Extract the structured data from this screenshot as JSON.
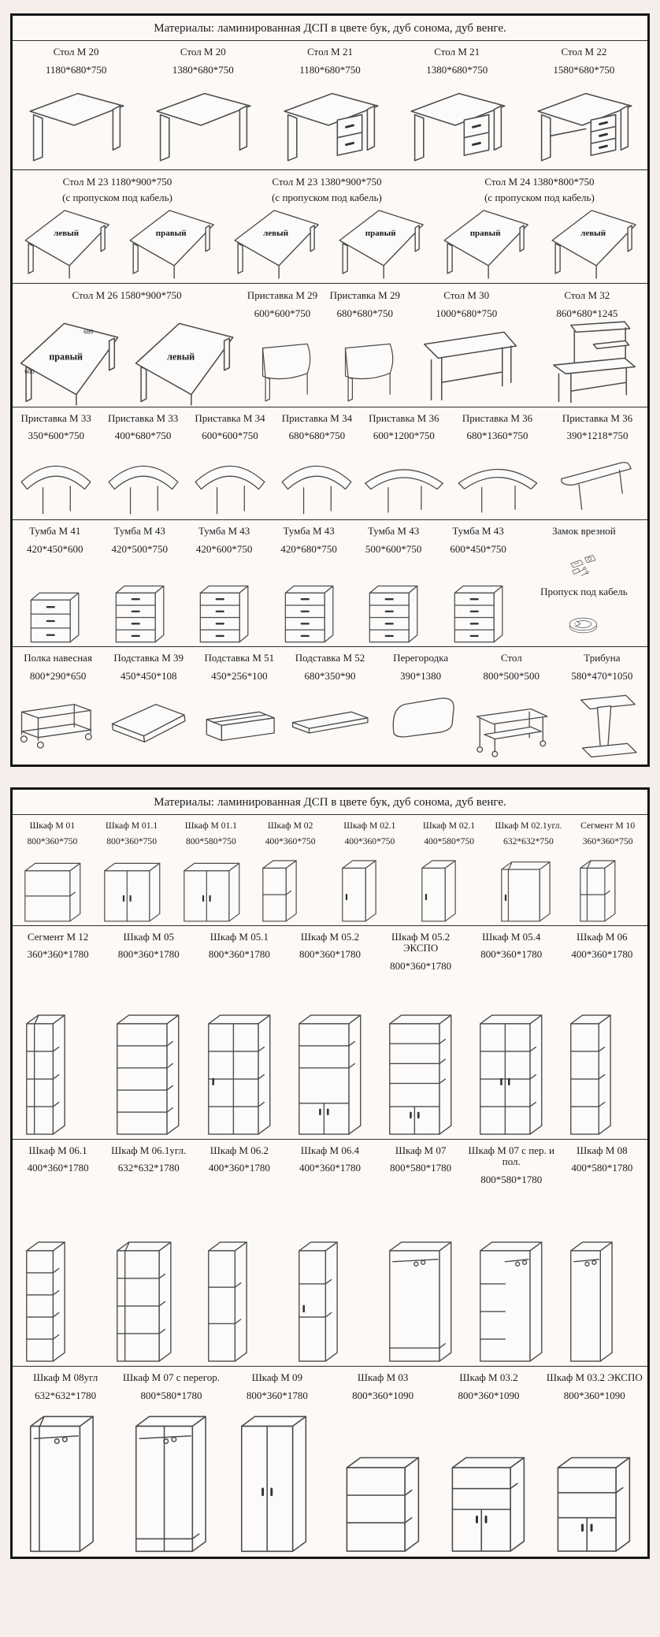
{
  "page": {
    "background": "#f5eeeb",
    "accent": "#151515"
  },
  "panels": [
    {
      "header": "Материалы: ламинированная ДСП в цвете бук, дуб сонома, дуб венге.",
      "rows": [
        {
          "items": [
            {
              "name": "Стол М 20",
              "dims": "1180*680*750",
              "icon": "desk"
            },
            {
              "name": "Стол М 20",
              "dims": "1380*680*750",
              "icon": "desk"
            },
            {
              "name": "Стол М 21",
              "dims": "1180*680*750",
              "icon": "desk-ped"
            },
            {
              "name": "Стол М 21",
              "dims": "1380*680*750",
              "icon": "desk-ped"
            },
            {
              "name": "Стол М 22",
              "dims": "1580*680*750",
              "icon": "desk-ped-shelf"
            }
          ]
        },
        {
          "labels": [
            {
              "text": "Стол М 23 1180*900*750",
              "note": "(с пропуском под кабель)",
              "w": 33
            },
            {
              "text": "Стол М 23  1380*900*750",
              "note": "(с пропуском под кабель)",
              "w": 33
            },
            {
              "text": "Стол М 24  1380*800*750",
              "note": "(с пропуском под кабель)",
              "w": 34
            }
          ],
          "drawings": [
            {
              "icon": "corner-top",
              "caption": "левый",
              "w": 17
            },
            {
              "icon": "corner-top",
              "caption": "правый",
              "w": 16
            },
            {
              "icon": "corner-top",
              "caption": "левый",
              "w": 17
            },
            {
              "icon": "corner-top",
              "caption": "правый",
              "w": 16
            },
            {
              "icon": "corner-top",
              "caption": "правый",
              "w": 17
            },
            {
              "icon": "corner-top",
              "caption": "левый",
              "w": 17
            }
          ]
        },
        {
          "labels": [
            {
              "text": "Стол М 26 1580*900*750",
              "w": 36
            },
            {
              "text": "Приставка М 29",
              "dims": "600*600*750",
              "w": 13
            },
            {
              "text": "Приставка М 29",
              "dims": "680*680*750",
              "w": 13
            },
            {
              "text": "Стол М 30",
              "dims": "1000*680*750",
              "w": 19
            },
            {
              "text": "Стол М 32",
              "dims": "860*680*1245",
              "w": 19
            }
          ],
          "drawings": [
            {
              "icon": "corner-desk",
              "caption": "правый",
              "marks": [
                "680",
                "600"
              ],
              "w": 18
            },
            {
              "icon": "corner-desk",
              "caption": "левый",
              "w": 18
            },
            {
              "icon": "corner-wedge",
              "w": 13
            },
            {
              "icon": "corner-wedge",
              "w": 13
            },
            {
              "icon": "table",
              "w": 20
            },
            {
              "icon": "pc-desk",
              "w": 18
            }
          ]
        },
        {
          "items": [
            {
              "name": "Приставка М 33",
              "dims": "350*600*750",
              "icon": "semi"
            },
            {
              "name": "Приставка М 33",
              "dims": "400*680*750",
              "icon": "semi"
            },
            {
              "name": "Приставка М 34",
              "dims": "600*600*750",
              "icon": "semi"
            },
            {
              "name": "Приставка М 34",
              "dims": "680*680*750",
              "icon": "semi"
            },
            {
              "name": "Приставка М 36",
              "dims": "600*1200*750",
              "icon": "semi-long"
            },
            {
              "name": "Приставка М 36",
              "dims": "680*1360*750",
              "icon": "semi-long",
              "w": 1.15
            },
            {
              "name": "Приставка М 36",
              "dims": "390*1218*750",
              "icon": "bench",
              "w": 1.15
            }
          ]
        },
        {
          "items": [
            {
              "name": "Тумба М 41",
              "dims": "420*450*600",
              "icon": "tumba3"
            },
            {
              "name": "Тумба М 43",
              "dims": "420*500*750",
              "icon": "tumba4"
            },
            {
              "name": "Тумба М 43",
              "dims": "420*600*750",
              "icon": "tumba4"
            },
            {
              "name": "Тумба М 43",
              "dims": "420*680*750",
              "icon": "tumba4"
            },
            {
              "name": "Тумба М 43",
              "dims": "500*600*750",
              "icon": "tumba4"
            },
            {
              "name": "Тумба М 43",
              "dims": "600*450*750",
              "icon": "tumba4"
            },
            {
              "stack": [
                {
                  "name": "Замок врезной",
                  "icon": "lock"
                },
                {
                  "name": "Пропуск под кабель",
                  "icon": "grommet"
                }
              ],
              "w": 1.5
            }
          ]
        },
        {
          "items": [
            {
              "name": "Полка навесная",
              "dims": "800*290*650",
              "icon": "shelf-unit"
            },
            {
              "name": "Подставка М 39",
              "dims": "450*450*108",
              "icon": "wedge"
            },
            {
              "name": "Подставка М 51",
              "dims": "450*256*100",
              "icon": "tray"
            },
            {
              "name": "Подставка М 52",
              "dims": "680*350*90",
              "icon": "flat"
            },
            {
              "name": "Перегородка",
              "dims": "390*1380",
              "icon": "screen"
            },
            {
              "name": "Стол",
              "dims": "800*500*500",
              "icon": "ctable"
            },
            {
              "name": "Трибуна",
              "dims": "580*470*1050",
              "icon": "tribune"
            }
          ]
        }
      ]
    },
    {
      "header": "Материалы: ламинированная ДСП в цвете бук, дуб сонома, дуб венге.",
      "rows": [
        {
          "items": [
            {
              "name": "Шкаф М 01",
              "dims": "800*360*750",
              "icon": "cab-low"
            },
            {
              "name": "Шкаф М 01.1",
              "dims": "800*360*750",
              "icon": "cab-low-doors"
            },
            {
              "name": "Шкаф М 01.1",
              "dims": "800*580*750",
              "icon": "cab-low-doors"
            },
            {
              "name": "Шкаф М 02",
              "dims": "400*360*750",
              "icon": "pillar-open"
            },
            {
              "name": "Шкаф М 02.1",
              "dims": "400*360*750",
              "icon": "pillar-door"
            },
            {
              "name": "Шкаф М 02.1",
              "dims": "400*580*750",
              "icon": "pillar-door"
            },
            {
              "name": "Шкаф М 02.1угл.",
              "dims": "632*632*750",
              "icon": "corner-low"
            },
            {
              "name": "Сегмент М 10",
              "dims": "360*360*750",
              "icon": "segment-low"
            }
          ]
        },
        {
          "items": [
            {
              "name": "Сегмент М 12",
              "dims": "360*360*1780",
              "icon": "segment-tall"
            },
            {
              "name": "Шкаф М 05",
              "dims": "800*360*1780",
              "icon": "bookcase"
            },
            {
              "name": "Шкаф М 05.1",
              "dims": "800*360*1780",
              "icon": "bookcase-door-side"
            },
            {
              "name": "Шкаф М 05.2",
              "dims": "800*360*1780",
              "icon": "bookcase-mix"
            },
            {
              "name": "Шкаф М 05.2 ЭКСПО",
              "dims": "800*360*1780",
              "icon": "bookcase-mix2"
            },
            {
              "name": "Шкаф М 05.4",
              "dims": "800*360*1780",
              "icon": "bookcase-doors"
            },
            {
              "name": "Шкаф М 06",
              "dims": "400*360*1780",
              "icon": "bookcase-narrow"
            }
          ]
        },
        {
          "items": [
            {
              "name": "Шкаф М 06.1",
              "dims": "400*360*1780",
              "icon": "pillar-tall-shelves"
            },
            {
              "name": "Шкаф М 06.1угл.",
              "dims": "632*632*1780",
              "icon": "corner-tall"
            },
            {
              "name": "Шкаф М 06.2",
              "dims": "400*360*1780",
              "icon": "pillar-tall-open"
            },
            {
              "name": "Шкаф М 06.4",
              "dims": "400*360*1780",
              "icon": "pillar-tall-door"
            },
            {
              "name": "Шкаф М 07",
              "dims": "800*580*1780",
              "icon": "wardrobe"
            },
            {
              "name": "Шкаф М 07 с пер. и пол.",
              "dims": "800*580*1780",
              "icon": "wardrobe-mix"
            },
            {
              "name": "Шкаф М 08",
              "dims": "400*580*1780",
              "icon": "wardrobe-narrow"
            }
          ]
        },
        {
          "items": [
            {
              "name": "Шкаф М 08угл",
              "dims": "632*632*1780",
              "icon": "wardrobe-corner"
            },
            {
              "name": "Шкаф М 07 с перегор.",
              "dims": "800*580*1780",
              "icon": "wardrobe-split"
            },
            {
              "name": "Шкаф М 09",
              "dims": "800*360*1780",
              "icon": "tall-two-door"
            },
            {
              "name": "Шкаф М 03",
              "dims": "800*360*1090",
              "icon": "cab-mid"
            },
            {
              "name": "Шкаф М 03.2",
              "dims": "800*360*1090",
              "icon": "cab-mid-doors"
            },
            {
              "name": "Шкаф М 03.2 ЭКСПО",
              "dims": "800*360*1090",
              "icon": "cab-mid-mix"
            }
          ]
        }
      ]
    }
  ]
}
